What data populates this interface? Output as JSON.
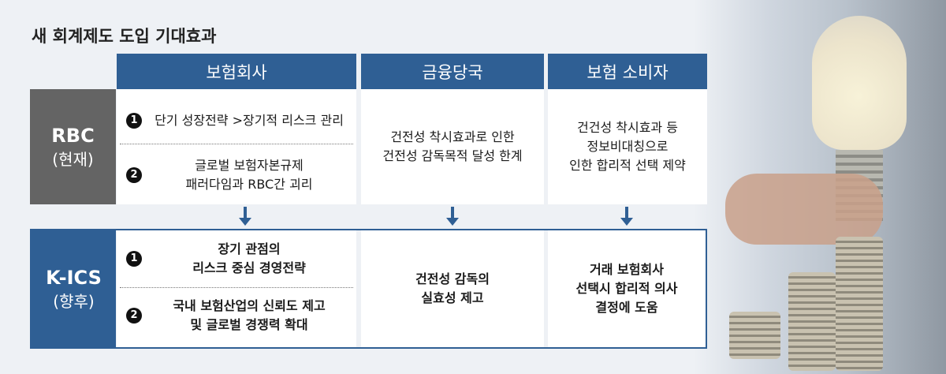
{
  "title": "새 회계제도 도입 기대효과",
  "headers": [
    "보험회사",
    "금융당국",
    "보험 소비자"
  ],
  "rbc": {
    "label": "RBC",
    "sub": "(현재)",
    "insurer": [
      {
        "num": "1",
        "text": "단기 성장전략 >장기적 리스크 관리"
      },
      {
        "num": "2",
        "line1": "글로벌 보험자본규제",
        "line2": "패러다임과 RBC간 괴리"
      }
    ],
    "regulator": [
      "건전성 착시효과로 인한",
      "건전성 감독목적 달성 한계"
    ],
    "consumer": [
      "건건성 착시효과 등",
      "정보비대칭으로",
      "인한 합리적 선택 제약"
    ]
  },
  "kics": {
    "label": "K-ICS",
    "sub": "(향후)",
    "insurer": [
      {
        "num": "1",
        "line1": "장기 관점의",
        "line2": "리스크 중심 경영전략"
      },
      {
        "num": "2",
        "line1": "국내 보험산업의 신뢰도 제고",
        "line2": "및 글로벌 경쟁력 확대"
      }
    ],
    "regulator": [
      "건전성 감독의",
      "실효성 제고"
    ],
    "consumer": [
      "거래 보험회사",
      "선택시 합리적 의사",
      "결정에 도움"
    ]
  },
  "colors": {
    "header": "#2f5f94",
    "rbc": "#646464",
    "bg": "#eef1f5"
  }
}
